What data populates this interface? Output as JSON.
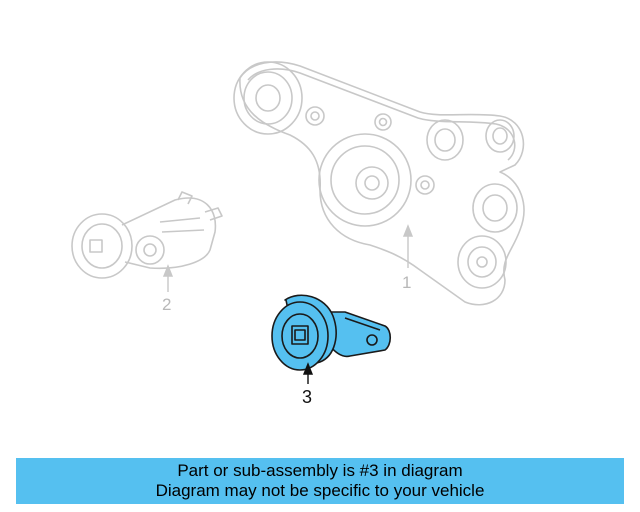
{
  "diagram": {
    "callouts": {
      "part1": "1",
      "part2": "2",
      "part3": "3"
    },
    "highlight_color": "#55c0f0",
    "faded_line_color": "#c8c8c8"
  },
  "banner": {
    "line1": "Part or sub-assembly is #3 in diagram",
    "line2": "Diagram may not be specific to your vehicle",
    "background": "#55c0f0"
  }
}
